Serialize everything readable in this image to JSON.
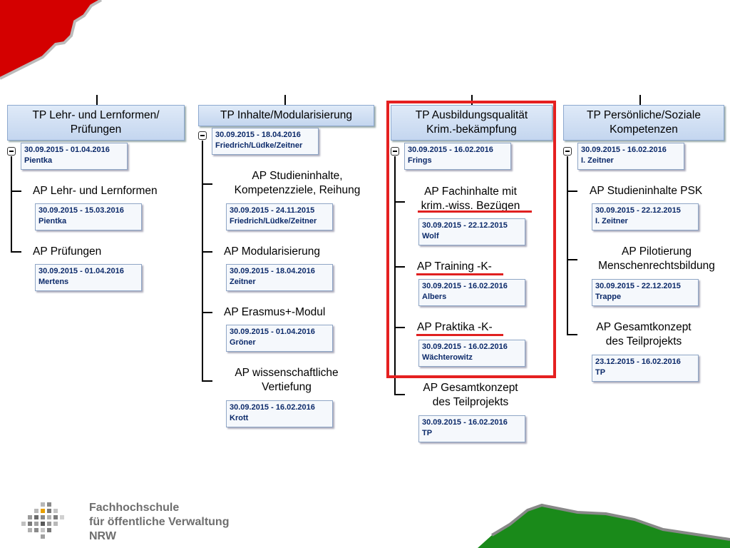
{
  "columns": [
    {
      "header": [
        "TP Lehr- und Lernformen/",
        "Prüfungen"
      ],
      "header_dates": "30.09.2015 - 01.04.2016",
      "header_person": "Pientka",
      "aps": [
        {
          "label": [
            "AP Lehr- und Lernformen"
          ],
          "dates": "30.09.2015 - 15.03.2016",
          "person": "Pientka"
        },
        {
          "label": [
            "AP Prüfungen"
          ],
          "dates": "30.09.2015 - 01.04.2016",
          "person": "Mertens"
        }
      ]
    },
    {
      "header": [
        "TP Inhalte/Modularisierung"
      ],
      "header_dates": "30.09.2015 - 18.04.2016",
      "header_person": "Friedrich/Lüdke/Zeitner",
      "aps": [
        {
          "label": [
            "AP Studieninhalte,",
            "Kompetenzziele, Reihung"
          ],
          "dates": "30.09.2015 - 24.11.2015",
          "person": "Friedrich/Lüdke/Zeitner"
        },
        {
          "label": [
            "AP Modularisierung"
          ],
          "dates": "30.09.2015 - 18.04.2016",
          "person": "Zeitner"
        },
        {
          "label": [
            "AP Erasmus+-Modul"
          ],
          "dates": "30.09.2015 - 01.04.2016",
          "person": "Gröner"
        },
        {
          "label": [
            "AP  wissenschaftliche",
            "Vertiefung"
          ],
          "dates": "30.09.2015 - 16.02.2016",
          "person": "Krott"
        }
      ]
    },
    {
      "header": [
        "TP  Ausbildungsqualität",
        "Krim.-bekämpfung"
      ],
      "header_dates": "30.09.2015 - 16.02.2016",
      "header_person": "Frings",
      "aps": [
        {
          "label": [
            "AP  Fachinhalte  mit",
            "krim.-wiss. Bezügen"
          ],
          "dates": "30.09.2015 - 22.12.2015",
          "person": "Wolf"
        },
        {
          "label": [
            "AP Training -K-"
          ],
          "dates": "30.09.2015 - 16.02.2016",
          "person": "Albers"
        },
        {
          "label": [
            "AP Praktika -K-"
          ],
          "dates": "30.09.2015 - 16.02.2016",
          "person": "Wächterowitz"
        },
        {
          "label": [
            "AP  Gesamtkonzept",
            "des Teilprojekts"
          ],
          "dates": "30.09.2015 - 16.02.2016",
          "person": "TP"
        }
      ]
    },
    {
      "header": [
        "TP Persönliche/Soziale",
        "Kompetenzen"
      ],
      "header_dates": "30.09.2015 - 16.02.2016",
      "header_person": "I. Zeitner",
      "aps": [
        {
          "label": [
            "AP Studieninhalte PSK"
          ],
          "dates": "30.09.2015 - 22.12.2015",
          "person": "I. Zeitner"
        },
        {
          "label": [
            "AP Pilotierung",
            "Menschenrechtsbildung"
          ],
          "dates": "30.09.2015 - 22.12.2015",
          "person": "Trappe"
        },
        {
          "label": [
            "AP  Gesamtkonzept",
            "des Teilprojekts"
          ],
          "dates": "23.12.2015 - 16.02.2016",
          "person": "TP"
        }
      ]
    }
  ],
  "logo": {
    "line1": "Fachhochschule",
    "line2": "für öffentliche Verwaltung",
    "line3": "NRW"
  },
  "colors": {
    "highlight": "#e52020",
    "corner_top": "#d40000",
    "corner_bottom": "#1a8a1a"
  }
}
